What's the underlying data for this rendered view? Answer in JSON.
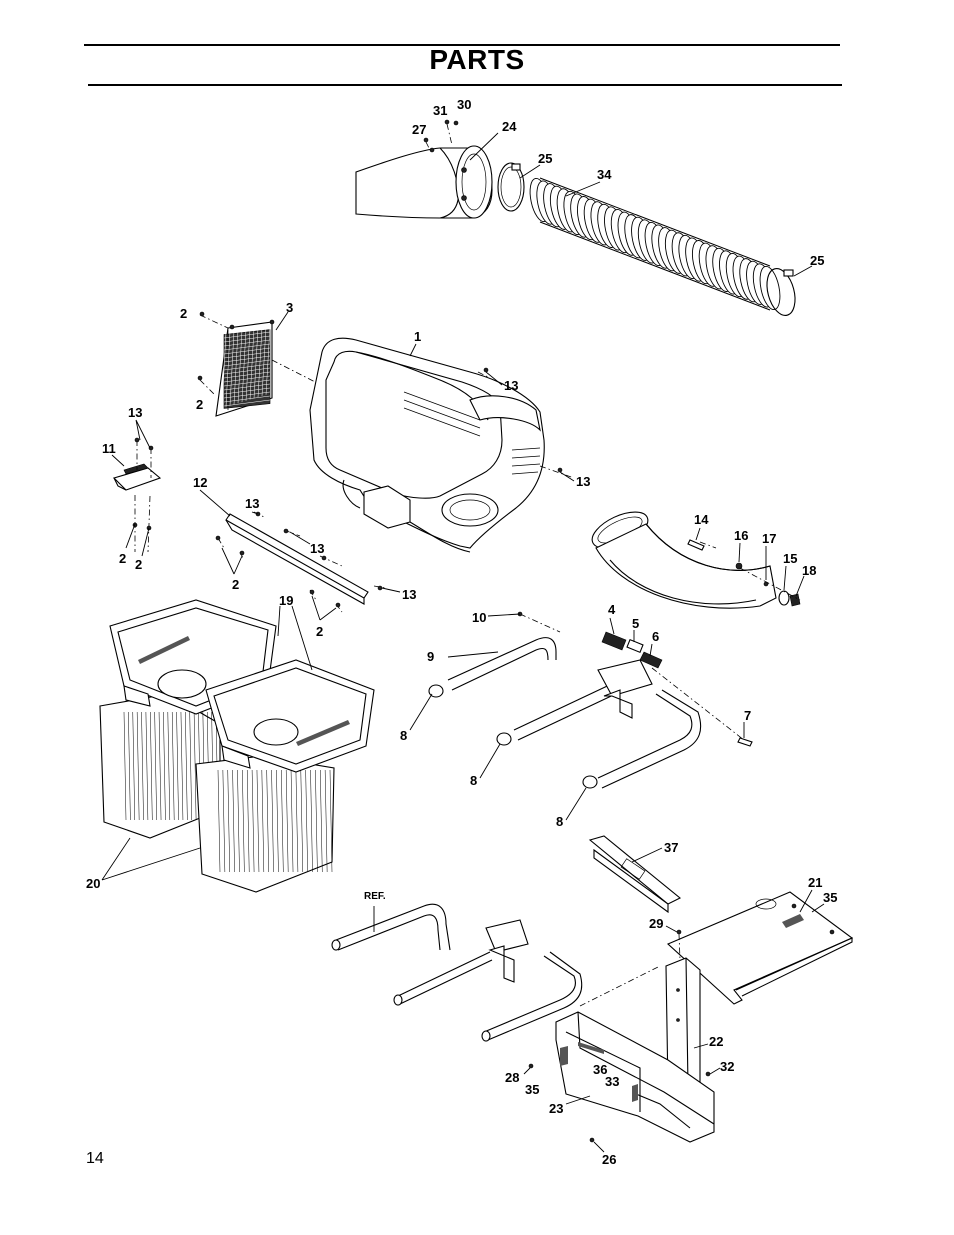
{
  "page": {
    "title": "PARTS",
    "page_number": "14"
  },
  "callouts": {
    "c1": "1",
    "c2a": "2",
    "c2b": "2",
    "c2c": "2",
    "c2d": "2",
    "c2e": "2",
    "c2f": "2",
    "c3": "3",
    "c4": "4",
    "c5": "5",
    "c6": "6",
    "c7": "7",
    "c8a": "8",
    "c8b": "8",
    "c8c": "8",
    "c9": "9",
    "c10": "10",
    "c11": "11",
    "c12": "12",
    "c13a": "13",
    "c13b": "13",
    "c13c": "13",
    "c13d": "13",
    "c13e": "13",
    "c13f": "13",
    "c14": "14",
    "c15": "15",
    "c16": "16",
    "c17": "17",
    "c18": "18",
    "c19": "19",
    "c20": "20",
    "c21": "21",
    "c22": "22",
    "c23": "23",
    "c24": "24",
    "c25a": "25",
    "c25b": "25",
    "c26": "26",
    "c27": "27",
    "c28": "28",
    "c29": "29",
    "c30": "30",
    "c31": "31",
    "c32": "32",
    "c33": "33",
    "c34": "34",
    "c35a": "35",
    "c35b": "35",
    "c36": "36",
    "c37": "37",
    "ref": "REF."
  }
}
